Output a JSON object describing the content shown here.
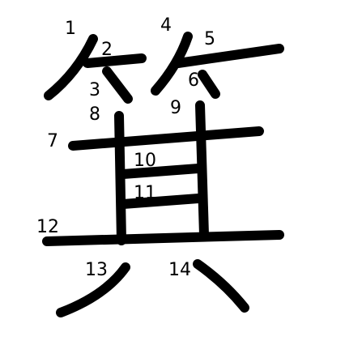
{
  "diagram": {
    "character": "箕",
    "stroke_color": "#000000",
    "background": "#ffffff",
    "stroke_numbers": [
      "1",
      "2",
      "3",
      "4",
      "5",
      "6",
      "7",
      "8",
      "9",
      "10",
      "11",
      "12",
      "13",
      "14"
    ]
  }
}
